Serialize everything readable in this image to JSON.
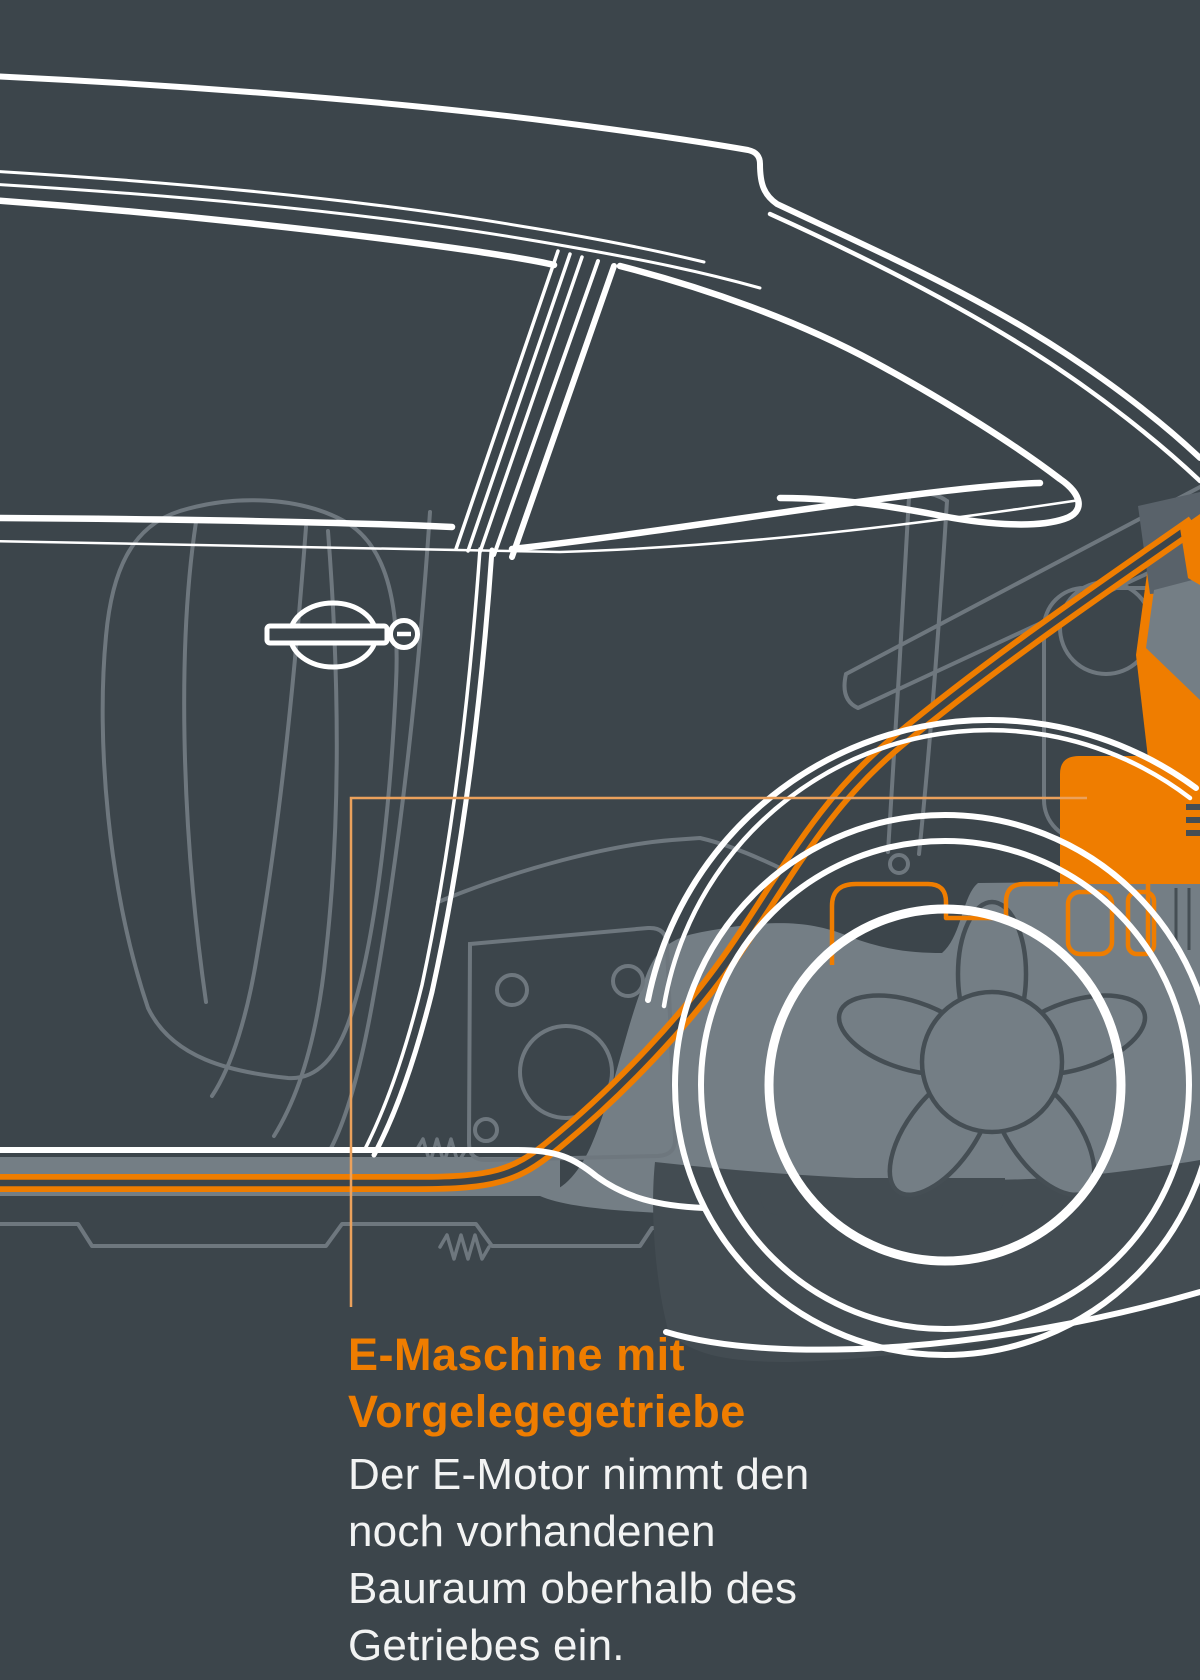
{
  "caption": {
    "title_lines": [
      "E-Maschine mit",
      "Vorgelegegetriebe"
    ],
    "body_lines": [
      "Der E-Motor nimmt den",
      "noch vorhandenen",
      "Bauraum oberhalb des",
      "Getriebes ein."
    ]
  },
  "colors": {
    "background": "#3c454b",
    "accent_orange": "#ef7d00",
    "callout_orange": "#eba15c",
    "title_text": "#ef7d00",
    "body_text": "#f2f3f3",
    "body_lines_white": "#ffffff",
    "silhouette_gray": "#747e85",
    "outline_gray": "#6e777e",
    "dark_detail": "#454e54",
    "underbody_dark": "#434c52",
    "wedge_gray": "#59626a"
  },
  "icons": {
    "highlighted_component": "e-machine-with-countershaft-gearbox",
    "vehicle": "sports-car-side-cutaway"
  }
}
